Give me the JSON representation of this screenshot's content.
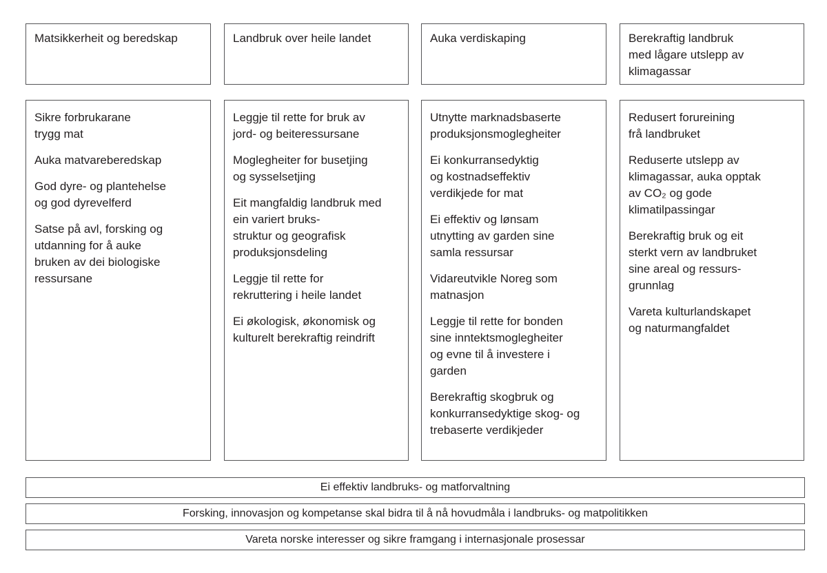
{
  "figure": {
    "title_hint": "Hovudmål og delmål i landbruks- og matpolitikken",
    "text_color": "#231f20",
    "border_color": "#545456",
    "columns": [
      {
        "header": "Matsikkerheit og beredskap",
        "goals": [
          "Sikre forbrukarane\ntrygg mat",
          "Auka matvareberedskap",
          "God dyre- og plantehelse\nog god dyrevelferd",
          "Satse på avl, forsking og\nutdanning for å auke\nbruken av dei biologiske\nressursane"
        ]
      },
      {
        "header": "Landbruk over heile landet",
        "goals": [
          "Leggje til rette for bruk av\njord- og beiteressursane",
          "Moglegheiter for busetjing\nog sysselsetjing",
          "Eit mangfaldig landbruk med\nein variert bruks-\nstruktur og geografisk\nproduksjonsdeling",
          "Leggje til rette for\nrekruttering i heile landet",
          "Ei økologisk, økonomisk og\nkulturelt berekraftig reindrift"
        ]
      },
      {
        "header": "Auka verdiskaping",
        "goals": [
          "Utnytte marknadsbaserte\nproduksjonsmoglegheiter",
          "Ei konkurransedyktig\nog kostnadseffektiv\nverdikjede for mat",
          "Ei effektiv og lønsam\nutnytting av garden sine\nsamla ressursar",
          "Vidareutvikle Noreg som\nmatnasjon",
          "Leggje til rette for bonden\nsine inntektsmoglegheiter\nog evne til å investere i\ngarden",
          "Berekraftig skogbruk og\nkonkurransedyktige skog- og\ntrebaserte verdikjeder"
        ]
      },
      {
        "header": "Berekraftig landbruk\nmed lågare utslepp av\nklimagassar",
        "goals": [
          "Redusert forureining\nfrå landbruket",
          "Reduserte utslepp av\nklimagassar, auka opptak\nav CO₂ og gode\nklimatilpassingar",
          "Berekraftig bruk og eit\nsterkt vern av landbruket\nsine areal og ressurs-\ngrunnlag",
          "Vareta kulturlandskapet\nog naturmangfaldet"
        ]
      }
    ],
    "bars": [
      "Ei effektiv landbruks- og matforvaltning",
      "Forsking, innovasjon og kompetanse skal bidra til å nå hovudmåla i landbruks- og matpolitikken",
      "Vareta norske interesser og sikre framgang i internasjonale prosessar"
    ]
  }
}
